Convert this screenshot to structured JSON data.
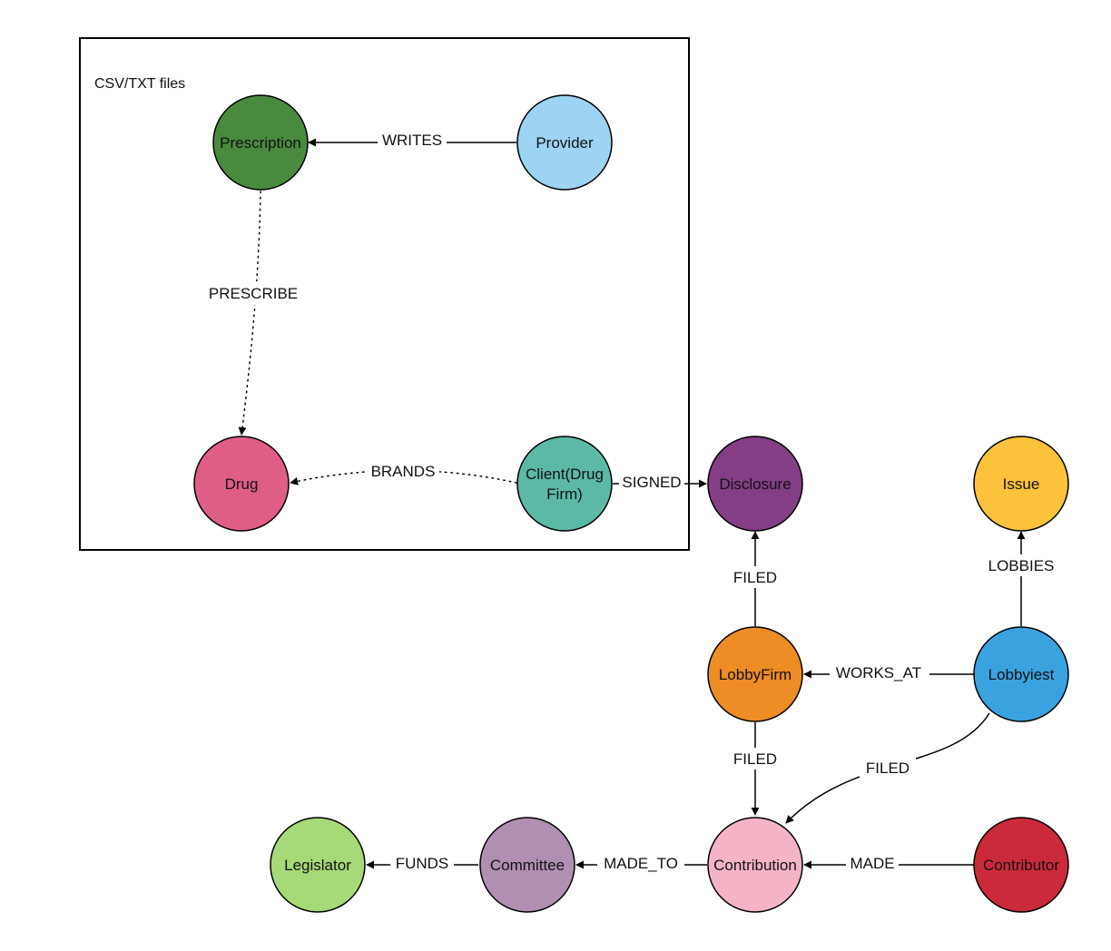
{
  "group": {
    "label": "CSV/TXT files"
  },
  "nodes": {
    "prescription": {
      "lines": [
        "Prescription"
      ],
      "color": "#4a8a3f"
    },
    "provider": {
      "lines": [
        "Provider"
      ],
      "color": "#9dd3f3"
    },
    "drug": {
      "lines": [
        "Drug"
      ],
      "color": "#df5e85"
    },
    "client": {
      "lines": [
        "Client(Drug",
        "Firm)"
      ],
      "color": "#5cb9a6"
    },
    "disclosure": {
      "lines": [
        "Disclosure"
      ],
      "color": "#833e86"
    },
    "issue": {
      "lines": [
        "Issue"
      ],
      "color": "#fcc23b"
    },
    "lobbyfirm": {
      "lines": [
        "LobbyFirm"
      ],
      "color": "#ee8c26"
    },
    "lobbyiest": {
      "lines": [
        "Lobbyiest"
      ],
      "color": "#3aa3df"
    },
    "legislator": {
      "lines": [
        "Legislator"
      ],
      "color": "#a6d977"
    },
    "committee": {
      "lines": [
        "Committee"
      ],
      "color": "#b08fb2"
    },
    "contribution": {
      "lines": [
        "Contribution"
      ],
      "color": "#f5b3c6"
    },
    "contributor": {
      "lines": [
        "Contributor"
      ],
      "color": "#cb2a3a"
    }
  },
  "edges": [
    {
      "id": "writes",
      "from": "provider",
      "to": "prescription",
      "label": "WRITES",
      "style": "solid"
    },
    {
      "id": "prescribe",
      "from": "prescription",
      "to": "drug",
      "label": "PRESCRIBE",
      "style": "dotted"
    },
    {
      "id": "brands",
      "from": "client",
      "to": "drug",
      "label": "BRANDS",
      "style": "dotted"
    },
    {
      "id": "signed",
      "from": "client",
      "to": "disclosure",
      "label": "SIGNED",
      "style": "solid"
    },
    {
      "id": "lobbies",
      "from": "lobbyiest",
      "to": "issue",
      "label": "LOBBIES",
      "style": "solid"
    },
    {
      "id": "filed-disclosure",
      "from": "lobbyfirm",
      "to": "disclosure",
      "label": "FILED",
      "style": "solid"
    },
    {
      "id": "works-at",
      "from": "lobbyiest",
      "to": "lobbyfirm",
      "label": "WORKS_AT",
      "style": "solid"
    },
    {
      "id": "filed-contribution",
      "from": "lobbyfirm",
      "to": "contribution",
      "label": "FILED",
      "style": "solid"
    },
    {
      "id": "filed-lobbyiest",
      "from": "lobbyiest",
      "to": "contribution",
      "label": "FILED",
      "style": "solid"
    },
    {
      "id": "made",
      "from": "contributor",
      "to": "contribution",
      "label": "MADE",
      "style": "solid"
    },
    {
      "id": "made-to",
      "from": "contribution",
      "to": "committee",
      "label": "MADE_TO",
      "style": "solid"
    },
    {
      "id": "funds",
      "from": "committee",
      "to": "legislator",
      "label": "FUNDS",
      "style": "solid"
    }
  ]
}
